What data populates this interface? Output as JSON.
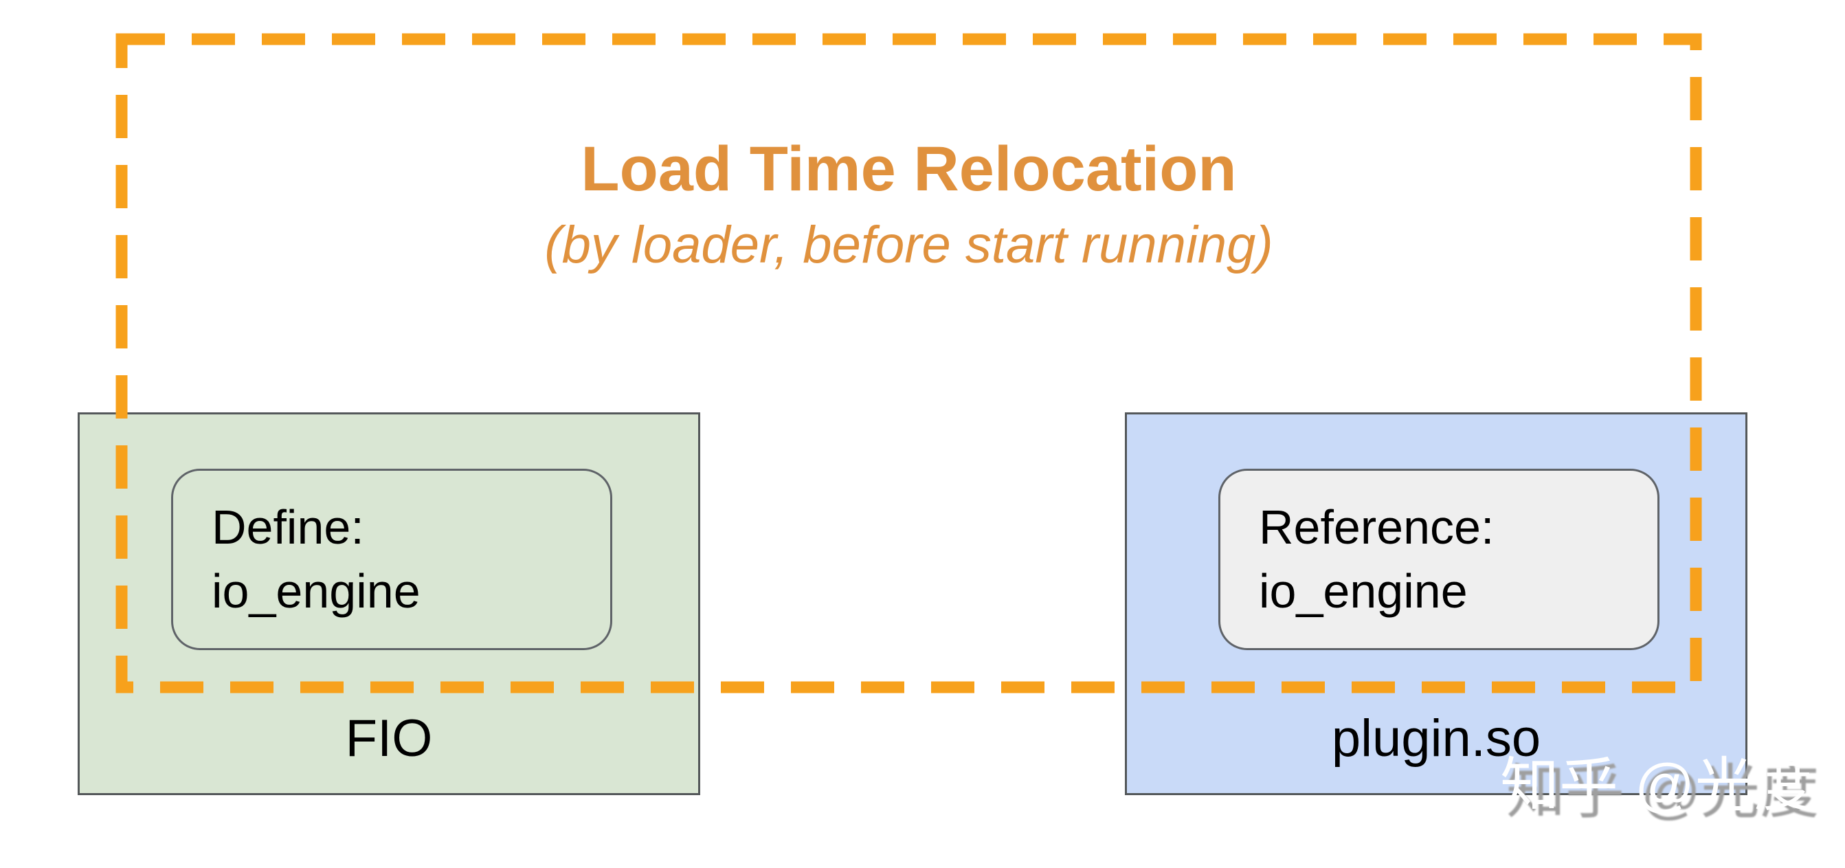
{
  "diagram": {
    "title": "Load Time Relocation",
    "subtitle": "(by loader, before start running)",
    "fio_box": {
      "label": "FIO",
      "symbol_line1": "Define:",
      "symbol_line2": "io_engine"
    },
    "plugin_box": {
      "label": "plugin.so",
      "symbol_line1": "Reference:",
      "symbol_line2": "io_engine"
    },
    "watermark": "知乎 @光度",
    "colors": {
      "accent_orange": "#f7a11c",
      "title_orange": "#e0913d",
      "green_fill": "#d9e6d3",
      "blue_fill": "#c9daf8",
      "gray_fill": "#efefef",
      "border_dark": "#54585a",
      "inner_border": "#5f6368",
      "text_black": "#000000",
      "watermark_shadow": "#9f9f9f"
    }
  }
}
